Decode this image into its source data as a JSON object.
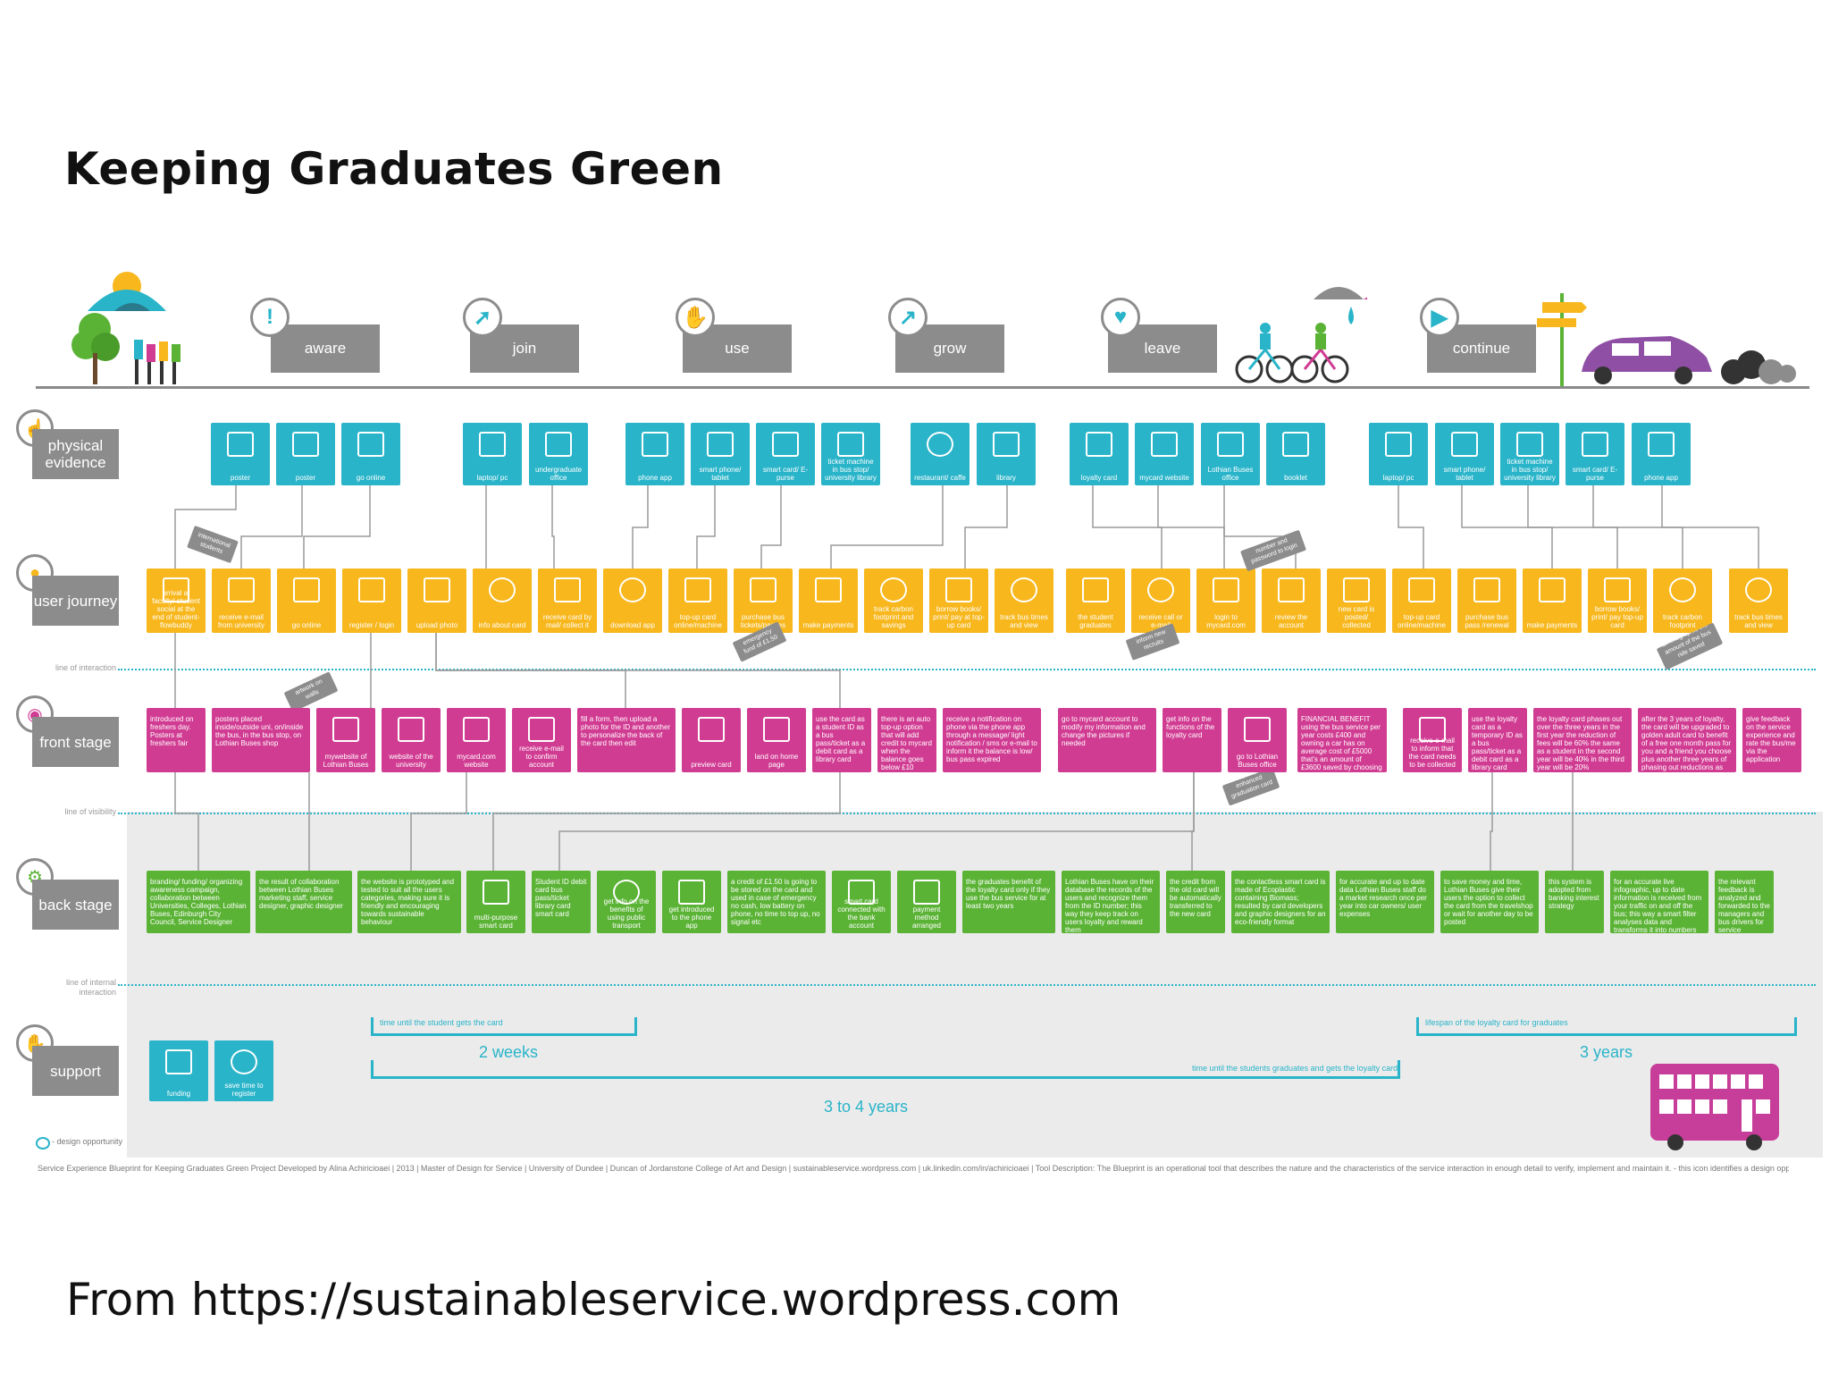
{
  "title": "Keeping Graduates Green",
  "source": "From https://sustainableservice.wordpress.com",
  "stages": [
    {
      "label": "aware",
      "icon": "exclamation-icon"
    },
    {
      "label": "join",
      "icon": "cursor-icon"
    },
    {
      "label": "use",
      "icon": "hand-icon"
    },
    {
      "label": "grow",
      "icon": "growth-arrow-icon"
    },
    {
      "label": "leave",
      "icon": "heart-icon"
    },
    {
      "label": "continue",
      "icon": "play-icon"
    }
  ],
  "lanes": {
    "physical": "physical evidence",
    "journey": "user journey",
    "front": "front stage",
    "back": "back stage",
    "support": "support"
  },
  "lines": {
    "interaction": "line of interaction",
    "visibility": "line of visibility",
    "internal": "line of internal interaction"
  },
  "physical_cards": [
    "poster",
    "poster",
    "go online",
    "laptop/ pc",
    "undergraduate office",
    "phone app",
    "smart phone/ tablet",
    "smart card/ E-purse",
    "ticket machine in bus stop/ university library",
    "restaurant/ caffe",
    "library",
    "loyalty card",
    "mycard website",
    "Lothian Buses office",
    "booklet",
    "laptop/ pc",
    "smart phone/ tablet",
    "ticket machine in bus stop/ university library",
    "smart card/ E-purse",
    "phone app"
  ],
  "journey_cards": [
    "arrival at faculty/ student social at the end of student-flowbuddy",
    "receive e-mail from university",
    "go online",
    "register / login",
    "upload photo",
    "info about card",
    "receive card by mail/ collect it",
    "download app",
    "top-up card online/machine",
    "purchase bus tickets/passes",
    "make payments",
    "track carbon footprint and savings",
    "borrow books/ print/ pay at top-up card",
    "track bus times and view",
    "the student graduates",
    "receive call or e-mail",
    "login to mycard.com",
    "review the account",
    "new card is posted/ collected",
    "top-up card online/machine",
    "purchase bus pass /renewal",
    "make payments",
    "borrow books/ print/ pay top-up card",
    "track carbon footprint",
    "track bus times and view"
  ],
  "front_cards": [
    "introduced on freshers day. Posters at freshers fair",
    "posters placed inside/outside uni, on/inside the bus, in the bus stop, on Lothian Buses shop",
    "mywebsite of Lothian Buses",
    "website of the university",
    "mycard.com website",
    "receive e-mail to confirm account",
    "fill a form, then upload a photo for the ID and another to personalize the back of the card then edit",
    "preview card",
    "land on home page",
    "use the card as a student ID as a bus pass/ticket as a debit card as a library card",
    "there is an auto top-up option that will add credit to mycard when the balance goes below £10",
    "receive a notification on phone via the phone app through a message/ light notification / sms or e-mail to inform it the balance is low/ bus pass expired",
    "go to mycard account to modify my information and change the pictures if needed",
    "get info on the functions of the loyalty card",
    "go to Lothian Buses office",
    "FINANCIAL BENEFIT using the bus service per year costs £400 and owning a car has on average cost of £5000 that's an amount of £3600 saved by choosing to take the bus",
    "receive e-mail to inform that the card needs to be collected",
    "use the loyalty card as a temporary ID as a bus pass/ticket as a debit card as a library card",
    "the loyalty card phases out over the three years in the first year the reduction of fees will be 60% the same as a student in the second year will be 40% in the third year will be 20%",
    "after the 3 years of loyalty, the card will be upgraded to golden adult card to benefit of a free one month pass for you and a friend you choose plus another three years of phasing out reductions as previous experienced",
    "give feedback on the service experience and rate the bus/me via the application"
  ],
  "back_cards": [
    "branding/ funding/ organizing awareness campaign, collaboration between Universities, Colleges, Lothian Buses, Edinburgh City Council, Service Designer",
    "the result of collaboration between Lothian Buses marketing staff, service designer, graphic designer",
    "the website is prototyped and tested to suit all the users categories, making sure it is friendly and encouraging towards sustainable behaviour",
    "multi-purpose smart card",
    "Student ID debit card bus pass/ticket library card smart card",
    "get info on the benefits of using public transport",
    "get introduced to the phone app",
    "a credit of £1.50 is going to be stored on the card and used in case of emergency no cash, low battery on phone, no time to top up, no signal etc",
    "smart card connected with the bank account",
    "payment method arranged",
    "the graduates benefit of the loyalty card only if they use the bus service for at least two years",
    "Lothian Buses have on their database the records of the users and recognize them from the ID number; this way they keep track on users loyalty and reward them",
    "the credit from the old card will be automatically transferred to the new card",
    "the contactless smart card is made of Ecoplastic containing Biomass; resulted by card developers and graphic designers for an eco-friendly format",
    "for accurate and up to date data Lothian Buses staff do a market research once per year into car owners/ user expenses",
    "to save money and time, Lothian Buses give their users the option to collect the card from the travelshop or wait for another day to be posted",
    "this system is adopted from banking interest strategy",
    "for an accurate live infographic, up to date information is received from your traffic on and off the bus; this way a smart filter analyses data and transforms it into numbers",
    "the relevant feedback is analyzed and forwarded to the managers and bus drivers for service improvements"
  ],
  "notes": [
    "international students",
    "personal public artwork on walls",
    "emergency fund of £1.50",
    "employers inform new recruits",
    "use the same ID number and password to login",
    "digitally enhanced graduation card",
    "negotiate through an infographic the amount of the bus ride saved"
  ],
  "support_cards": [
    "funding",
    "save time to register"
  ],
  "timeline": {
    "two_weeks_caption": "time until the student gets the card",
    "two_weeks": "2 weeks",
    "three_years_caption": "lifespan of the loyalty card for graduates",
    "three_years": "3 years",
    "three_four_caption": "time until the students graduates and gets the loyalty card",
    "three_four": "3 to 4 years"
  },
  "design_opportunity": "- design opportunity",
  "footer": "Service Experience Blueprint for Keeping Graduates Green Project Developed by Alina Achiricioaei | 2013 | Master of Design for Service | University of Dundee | Duncan of Jordanstone College of Art and Design | sustainableservice.wordpress.com | uk.linkedin.com/in/achiricioaei | Tool Description: The Blueprint is an operational tool that describes the nature and the characteristics of the service interaction in enough detail to verify, implement and maintain it. - this icon identifies a design opportunity",
  "colors": {
    "physical": "#29b4c9",
    "journey": "#f7b71d",
    "front": "#d13c93",
    "back": "#5bb336",
    "lane": "#8c8c8c",
    "car": "#8e4fa5",
    "bus": "#c73d9a"
  }
}
